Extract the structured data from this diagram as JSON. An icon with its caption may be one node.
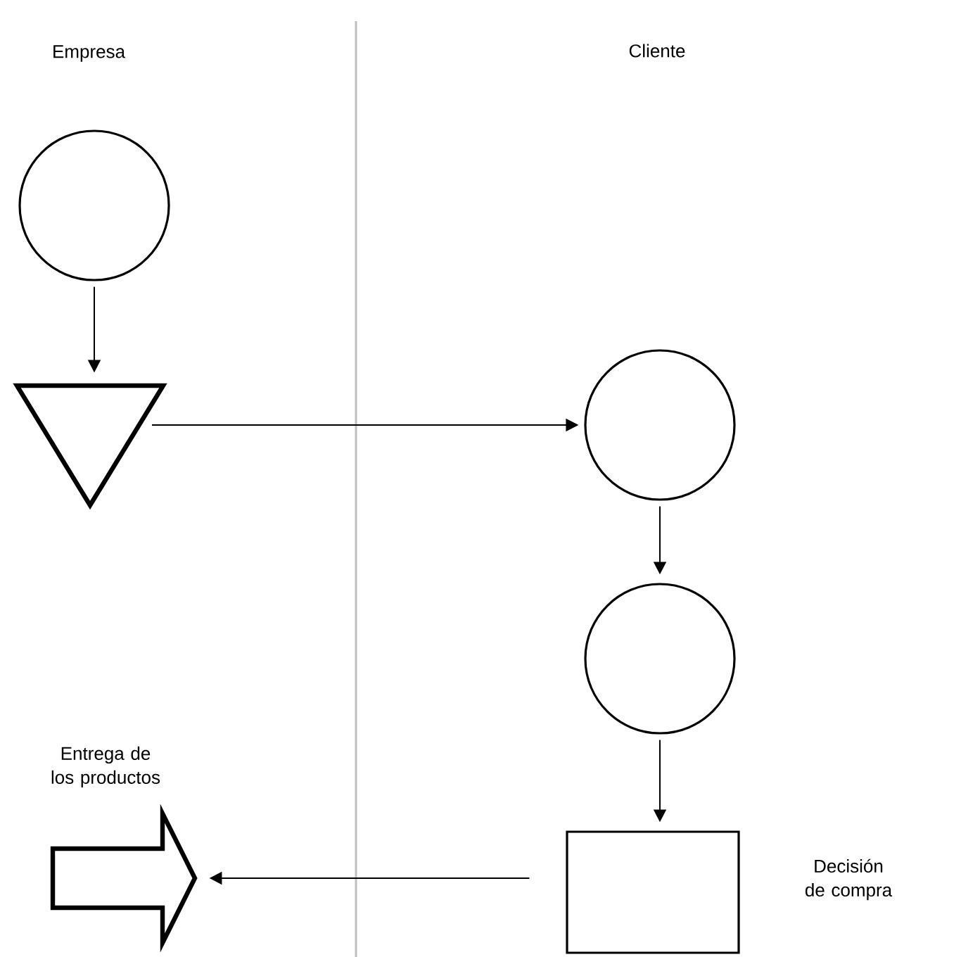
{
  "diagram": {
    "nodes": [
      {
        "text": [],
        "shape": "circle"
      },
      {
        "text": [],
        "shape": "triangle"
      },
      {
        "text": [],
        "shape": "circle"
      },
      {
        "text": [],
        "shape": "circle"
      },
      {
        "text": [],
        "shape": "box",
        "beside": [
          "Decisión de compra"
        ]
      },
      {
        "text": [],
        "shape": "arrow",
        "beside": [
          "Entrega de los productos"
        ]
      }
    ],
    "edges": [
      {
        "from": 0,
        "to": 1,
        "arrow": "to"
      },
      {
        "from": 1,
        "to": 2,
        "arrow": "to"
      },
      {
        "from": 2,
        "to": 3,
        "arrow": "to"
      },
      {
        "from": 3,
        "to": 4,
        "arrow": "to"
      },
      {
        "from": 4,
        "to": 5,
        "arrow": "to"
      }
    ],
    "labels": [
      "Empresa",
      "Cliente"
    ]
  }
}
